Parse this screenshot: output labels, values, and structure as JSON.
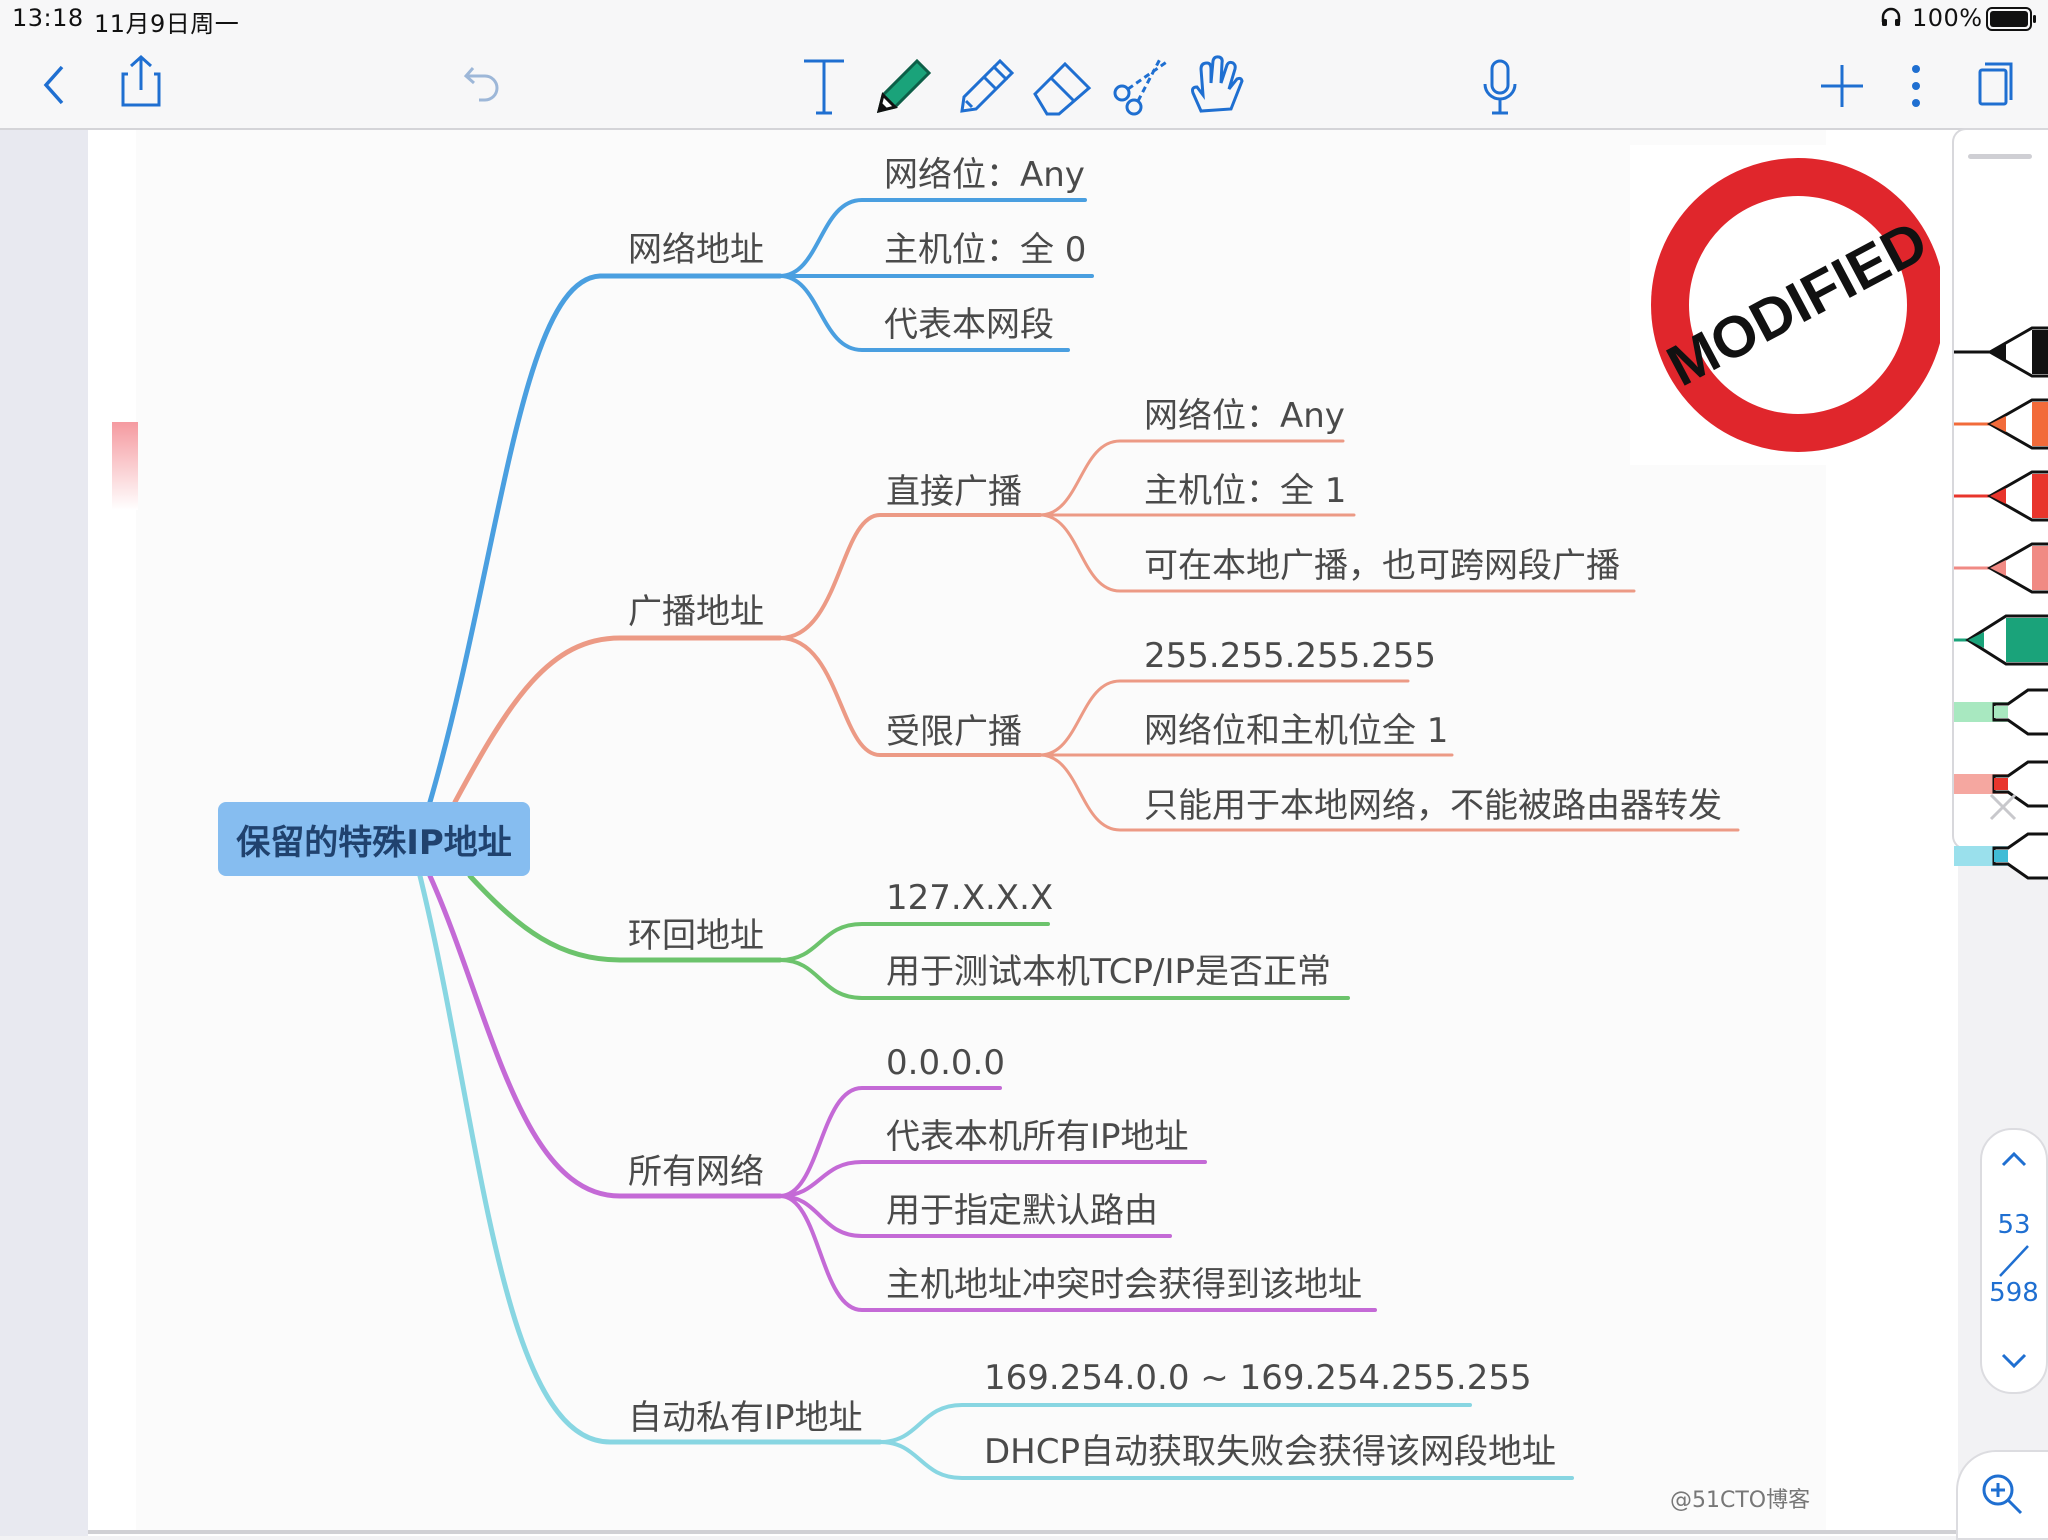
{
  "status_bar": {
    "time": "13:18",
    "date": "11月9日周一",
    "battery": "100%"
  },
  "toolbar": {
    "icons": [
      "back-icon",
      "share-icon",
      "undo-icon",
      "text-tool-icon",
      "pen-tool-icon",
      "highlighter-tool-icon",
      "eraser-tool-icon",
      "scissors-tool-icon",
      "hand-tool-icon",
      "microphone-icon",
      "add-icon",
      "more-icon",
      "pages-icon"
    ],
    "accent": "#1f6fd1",
    "active_pen_color": "#1aa37a"
  },
  "mindmap": {
    "root": "保留的特殊IP地址",
    "branches": [
      {
        "label": "网络地址",
        "color": "#4a9fe0",
        "leaves": [
          "网络位：Any",
          "主机位：全 0",
          "代表本网段"
        ]
      },
      {
        "label": "广播地址",
        "color": "#ec9a85",
        "children": [
          {
            "label": "直接广播",
            "leaves": [
              "网络位：Any",
              "主机位：全 1",
              "可在本地广播，也可跨网段广播"
            ]
          },
          {
            "label": "受限广播",
            "leaves": [
              "255.255.255.255",
              "网络位和主机位全 1",
              "只能用于本地网络，不能被路由器转发"
            ]
          }
        ]
      },
      {
        "label": "环回地址",
        "color": "#6cc36c",
        "leaves": [
          "127.X.X.X",
          "用于测试本机TCP/IP是否正常"
        ]
      },
      {
        "label": "所有网络",
        "color": "#c46ad6",
        "leaves": [
          "0.0.0.0",
          "代表本机所有IP地址",
          "用于指定默认路由",
          "主机地址冲突时会获得到该地址"
        ]
      },
      {
        "label": "自动私有IP地址",
        "color": "#88d6e2",
        "leaves": [
          "169.254.0.0 ~ 169.254.255.255",
          "DHCP自动获取失败会获得该网段地址"
        ]
      }
    ]
  },
  "stamp": {
    "text": "MODIFIED",
    "color": "#e0262c"
  },
  "watermark": "@51CTO博客",
  "side_panel": {
    "pen_colors": [
      "#111111",
      "#f26b3a",
      "#e8352c",
      "#f08a84",
      "#1aa37a",
      "#a8e8c0",
      "#f5a7a0",
      "#9ae0ec"
    ]
  },
  "page_nav": {
    "current": "53",
    "total": "598"
  }
}
